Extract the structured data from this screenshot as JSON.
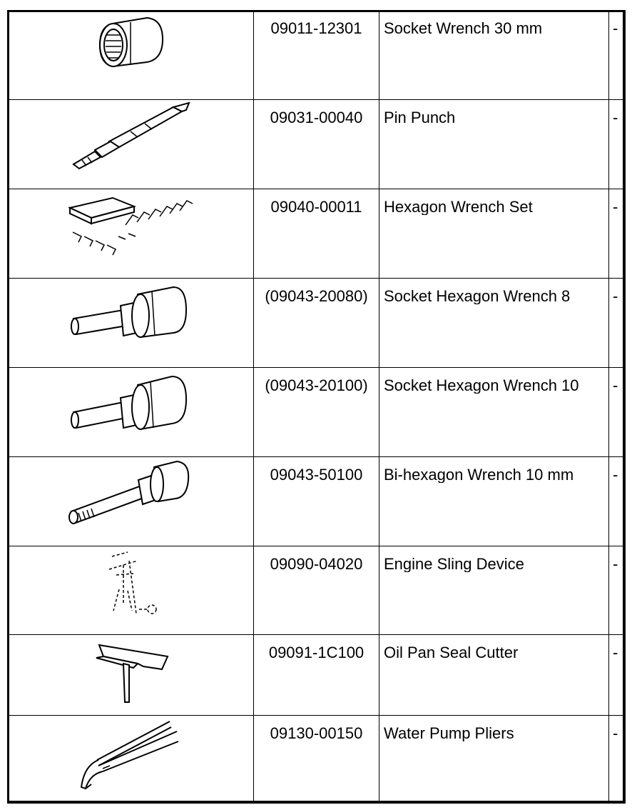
{
  "tools": [
    {
      "part_number": "09011-12301",
      "name": "Socket Wrench 30 mm",
      "qty": "-",
      "icon": "socket-wrench-icon"
    },
    {
      "part_number": "09031-00040",
      "name": "Pin Punch",
      "qty": "-",
      "icon": "pin-punch-icon"
    },
    {
      "part_number": "09040-00011",
      "name": "Hexagon Wrench Set",
      "qty": "-",
      "icon": "hexagon-wrench-set-icon"
    },
    {
      "part_number": "(09043-20080)",
      "name": "Socket Hexagon Wrench 8",
      "qty": "-",
      "icon": "socket-hexagon-wrench-icon"
    },
    {
      "part_number": "(09043-20100)",
      "name": "Socket Hexagon Wrench 10",
      "qty": "-",
      "icon": "socket-hexagon-wrench-icon"
    },
    {
      "part_number": "09043-50100",
      "name": "Bi-hexagon Wrench 10 mm",
      "qty": "-",
      "icon": "bi-hexagon-wrench-icon"
    },
    {
      "part_number": "09090-04020",
      "name": "Engine Sling Device",
      "qty": "-",
      "icon": "engine-sling-device-icon"
    },
    {
      "part_number": "09091-1C100",
      "name": "Oil Pan Seal Cutter",
      "qty": "-",
      "icon": "oil-pan-seal-cutter-icon"
    },
    {
      "part_number": "09130-00150",
      "name": "Water Pump Pliers",
      "qty": "-",
      "icon": "water-pump-pliers-icon"
    }
  ]
}
